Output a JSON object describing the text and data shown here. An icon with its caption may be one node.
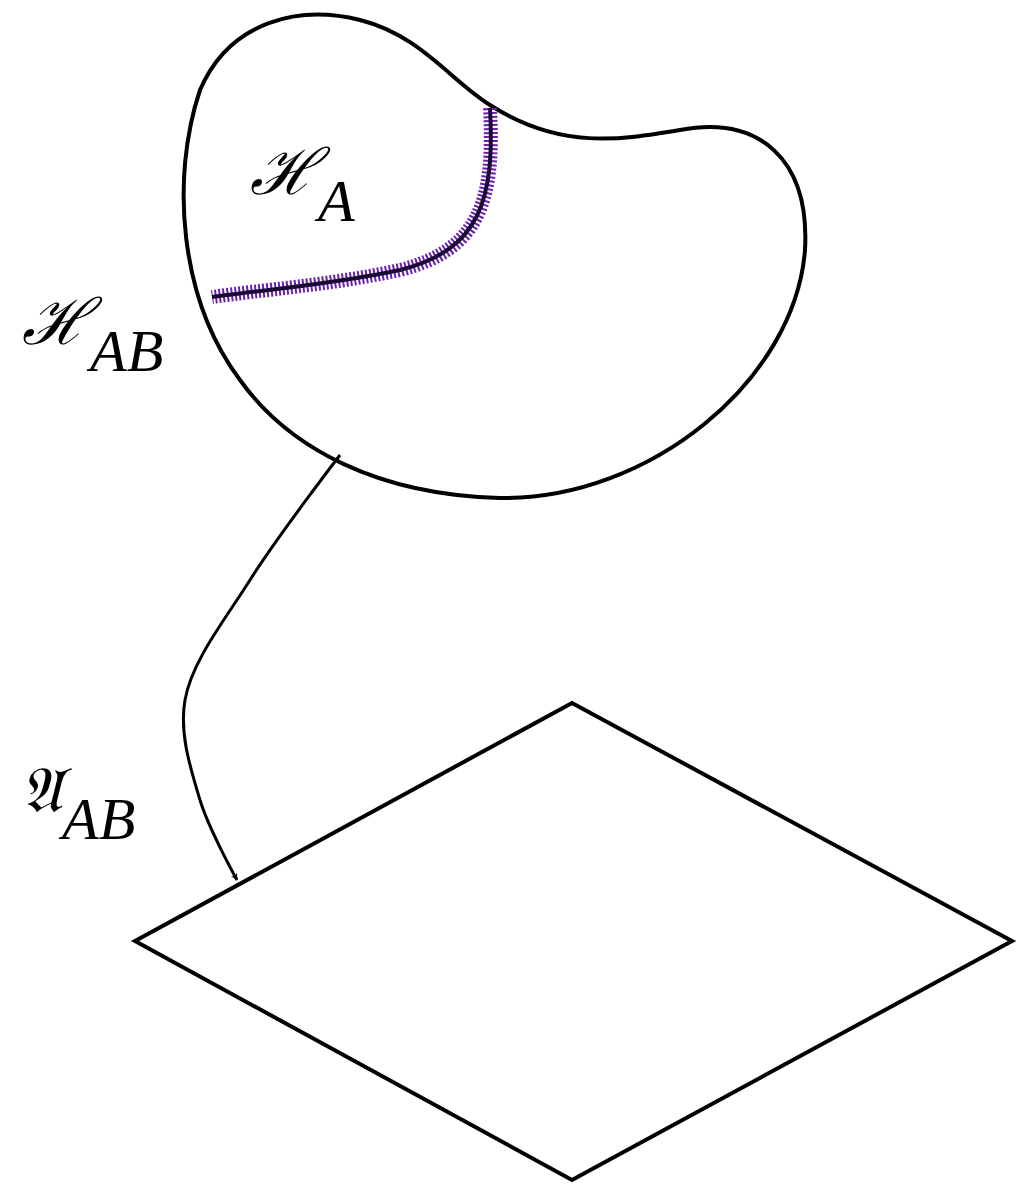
{
  "diagram": {
    "nodes": [
      {
        "text": [
          "ℋ$_{AB}$"
        ]
      },
      {
        "text": [
          "ℋ$_{A}$"
        ],
        "in": 0
      },
      {
        "text": [
          "𝔄$_{AB}$"
        ]
      }
    ],
    "edges": [
      {
        "from": 0,
        "to": 2,
        "arrow": "to"
      }
    ]
  }
}
